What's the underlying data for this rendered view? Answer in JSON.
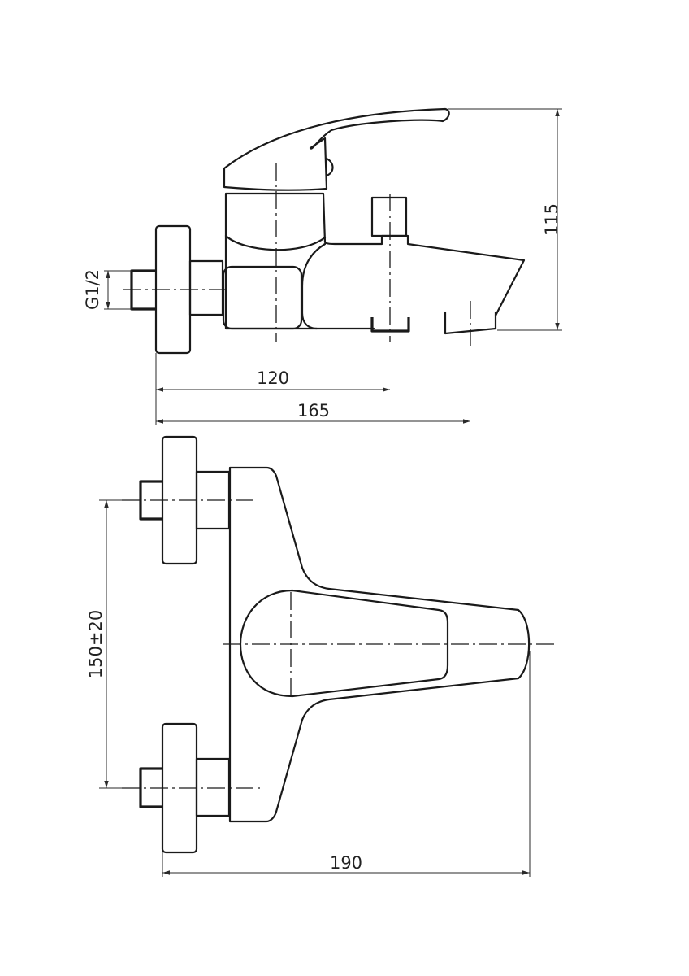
{
  "dimensions": {
    "connection_thread": "G1/2",
    "height": "115",
    "outlet_distance": "120",
    "spout_distance": "165",
    "connection_spacing": "150±20",
    "total_length": "190"
  },
  "colors": {
    "line": "#1a1a1a",
    "background": "#ffffff"
  }
}
